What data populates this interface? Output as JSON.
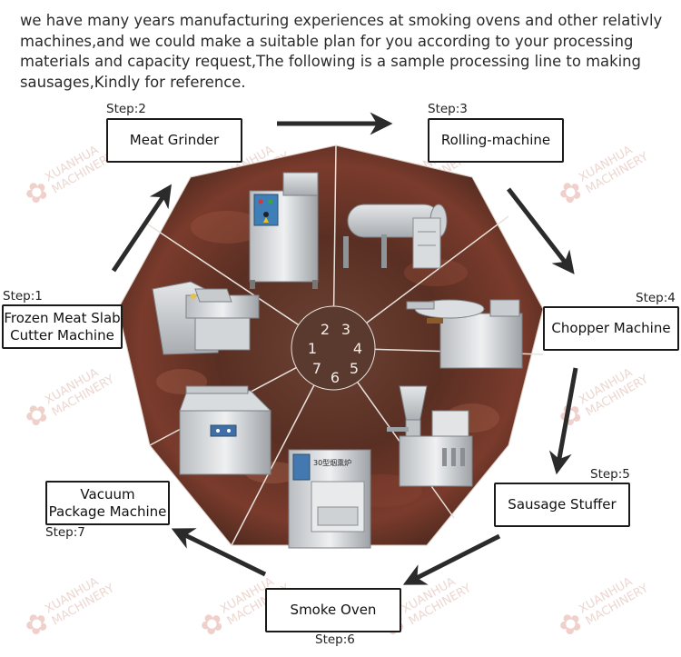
{
  "intro_text": "we have many years manufacturing experiences at smoking ovens and other relativly machines,and we could make a suitable plan for you according to your processing materials and capacity request,The following is a sample processing line to making sausages,Kindly for reference.",
  "watermark": {
    "line1": "XUANHUA",
    "line2": "MACHINERY"
  },
  "colors": {
    "center": "#5a3a2e",
    "bg_dark": "#3b2219",
    "bg_red": "#7a3b2c",
    "divider": "#e8e2dc",
    "arrow": "#2b2b2b"
  },
  "center_numbers": [
    "2",
    "3",
    "4",
    "5",
    "6",
    "7",
    "1"
  ],
  "steps": [
    {
      "step": "Step:1",
      "name": "Frozen Meat Slab Cutter Machine",
      "line1": "Frozen Meat Slab",
      "line2": "Cutter Machine"
    },
    {
      "step": "Step:2",
      "name": "Meat Grinder"
    },
    {
      "step": "Step:3",
      "name": "Rolling-machine"
    },
    {
      "step": "Step:4",
      "name": "Chopper Machine"
    },
    {
      "step": "Step:5",
      "name": "Sausage Stuffer"
    },
    {
      "step": "Step:6",
      "name": "Smoke Oven"
    },
    {
      "step": "Step:7",
      "name": "Vacuum Package Machine",
      "line1": "Vacuum",
      "line2": "Package Machine"
    }
  ],
  "machines": [
    {
      "icon": "slab-cutter-machine-icon"
    },
    {
      "icon": "meat-grinder-machine-icon"
    },
    {
      "icon": "tumbler-machine-icon"
    },
    {
      "icon": "bowl-chopper-machine-icon"
    },
    {
      "icon": "sausage-stuffer-machine-icon",
      "label_cn": ""
    },
    {
      "icon": "smoke-oven-machine-icon",
      "label_cn": "30型烟熏炉"
    },
    {
      "icon": "vacuum-packer-machine-icon"
    }
  ]
}
